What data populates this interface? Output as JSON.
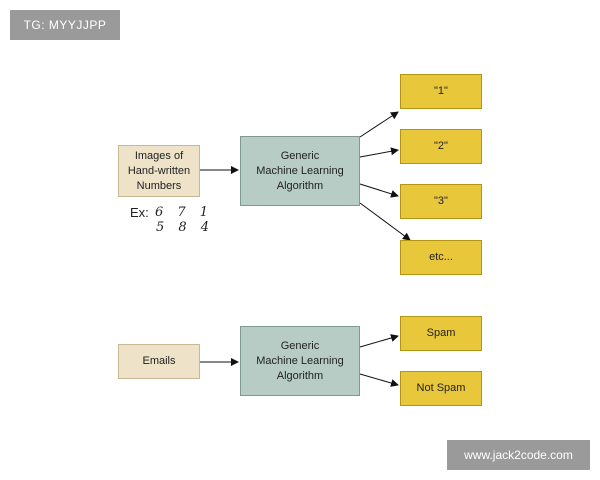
{
  "watermarks": {
    "top": "TG: MYYJJPP",
    "bottom": "www.jack2code.com"
  },
  "diagram1": {
    "input": "Images of\nHand-written\nNumbers",
    "algorithm": "Generic\nMachine Learning\nAlgorithm",
    "outputs": [
      "\"1\"",
      "\"2\"",
      "\"3\"",
      "etc..."
    ],
    "example_label": "Ex:",
    "example_digits_row1": "6 7 1",
    "example_digits_row2": "5 8 4"
  },
  "diagram2": {
    "input": "Emails",
    "algorithm": "Generic\nMachine Learning\nAlgorithm",
    "outputs": [
      "Spam",
      "Not Spam"
    ]
  },
  "colors": {
    "input_fill": "#eee2c8",
    "algorithm_fill": "#b7ccc4",
    "output_fill": "#e8c83a"
  }
}
